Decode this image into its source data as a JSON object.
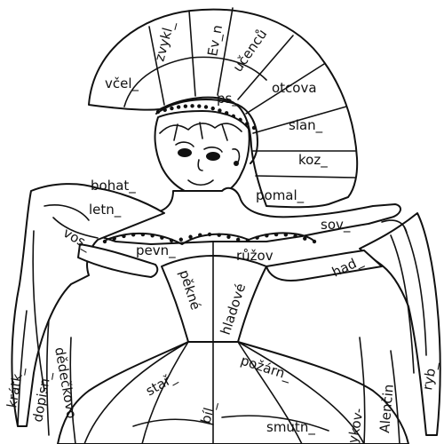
{
  "image": {
    "subject": "coloring worksheet: girl in dress with word fragments"
  },
  "words": {
    "vcel": "včel_",
    "zvykl": "zvykl_",
    "evn": "Ev_n",
    "ucencuv": "učenců",
    "ps": "ps_",
    "otcova": "otcova",
    "slan": "slan_",
    "koz": "koz_",
    "pomal": "pomal_",
    "bohat": "bohat_",
    "letn": "letn_",
    "sov": "sov_",
    "vos": "vos_",
    "pevn": "pevn_",
    "ruzov": "růžov",
    "had": "had_",
    "pekne": "pěkné",
    "hladove": "hladové",
    "star": "stař_",
    "pozarn": "požárn_",
    "bil": "bíl_",
    "smutn": "smutn_",
    "kratk": "krátk_",
    "dopisn": "dopisn_",
    "dedeckovo": "dědečkovo",
    "aust": "ykov-",
    "alencin": "Alenčin",
    "ryb": "ryb_"
  }
}
